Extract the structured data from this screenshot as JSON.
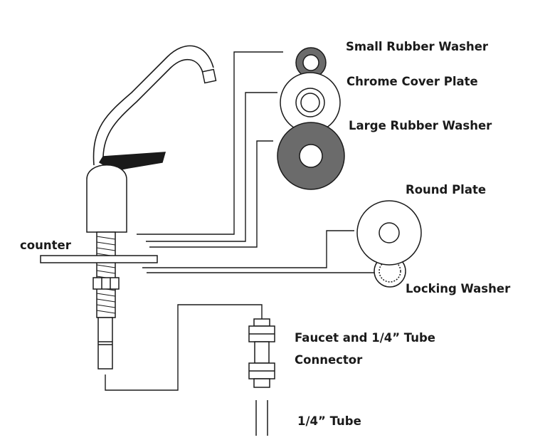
{
  "labels": {
    "small_rubber_washer": "Small Rubber Washer",
    "chrome_cover_plate": "Chrome Cover Plate",
    "large_rubber_washer": "Large Rubber Washer",
    "round_plate": "Round Plate",
    "locking_washer": "Locking Washer",
    "counter": "counter",
    "connector": "Faucet and 1/4” Tube Connector",
    "tube": "1/4” Tube"
  },
  "colors": {
    "line": "#1a1a1a",
    "dark_rubber": "#6b6b6b",
    "chrome": "#ffffff",
    "background": "#ffffff"
  }
}
